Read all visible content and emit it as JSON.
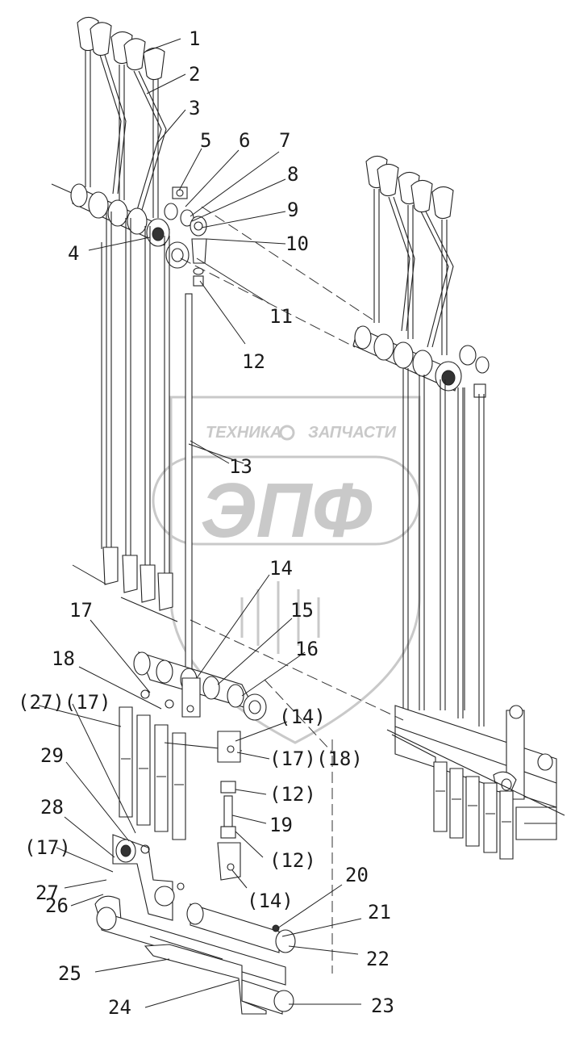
{
  "watermark": {
    "top_text_left": "ТЕХНИКА",
    "top_text_right": "ЗАПЧАСТИ",
    "logo": "ЭПФ"
  },
  "callouts": [
    {
      "id": "c1",
      "text": "1"
    },
    {
      "id": "c2",
      "text": "2"
    },
    {
      "id": "c3",
      "text": "3"
    },
    {
      "id": "c4",
      "text": "4"
    },
    {
      "id": "c5",
      "text": "5"
    },
    {
      "id": "c6",
      "text": "6"
    },
    {
      "id": "c7",
      "text": "7"
    },
    {
      "id": "c8",
      "text": "8"
    },
    {
      "id": "c9",
      "text": "9"
    },
    {
      "id": "c10",
      "text": "10"
    },
    {
      "id": "c11",
      "text": "11"
    },
    {
      "id": "c12",
      "text": "12"
    },
    {
      "id": "c13",
      "text": "13"
    },
    {
      "id": "c14",
      "text": "14"
    },
    {
      "id": "c15",
      "text": "15"
    },
    {
      "id": "c16",
      "text": "16"
    },
    {
      "id": "c17",
      "text": "17"
    },
    {
      "id": "c18",
      "text": "18"
    },
    {
      "id": "c27_17",
      "text": "(27)(17)"
    },
    {
      "id": "c14b",
      "text": "(14)"
    },
    {
      "id": "c17b",
      "text": "(17)"
    },
    {
      "id": "c18b",
      "text": "(18)"
    },
    {
      "id": "c12b",
      "text": "(12)"
    },
    {
      "id": "c19",
      "text": "19"
    },
    {
      "id": "c12c",
      "text": "(12)"
    },
    {
      "id": "c29",
      "text": "29"
    },
    {
      "id": "c28",
      "text": "28"
    },
    {
      "id": "c17c",
      "text": "(17)"
    },
    {
      "id": "c27",
      "text": "27"
    },
    {
      "id": "c14c",
      "text": "(14)"
    },
    {
      "id": "c20",
      "text": "20"
    },
    {
      "id": "c21",
      "text": "21"
    },
    {
      "id": "c26",
      "text": "26"
    },
    {
      "id": "c22",
      "text": "22"
    },
    {
      "id": "c25",
      "text": "25"
    },
    {
      "id": "c24",
      "text": "24"
    },
    {
      "id": "c23",
      "text": "23"
    }
  ]
}
